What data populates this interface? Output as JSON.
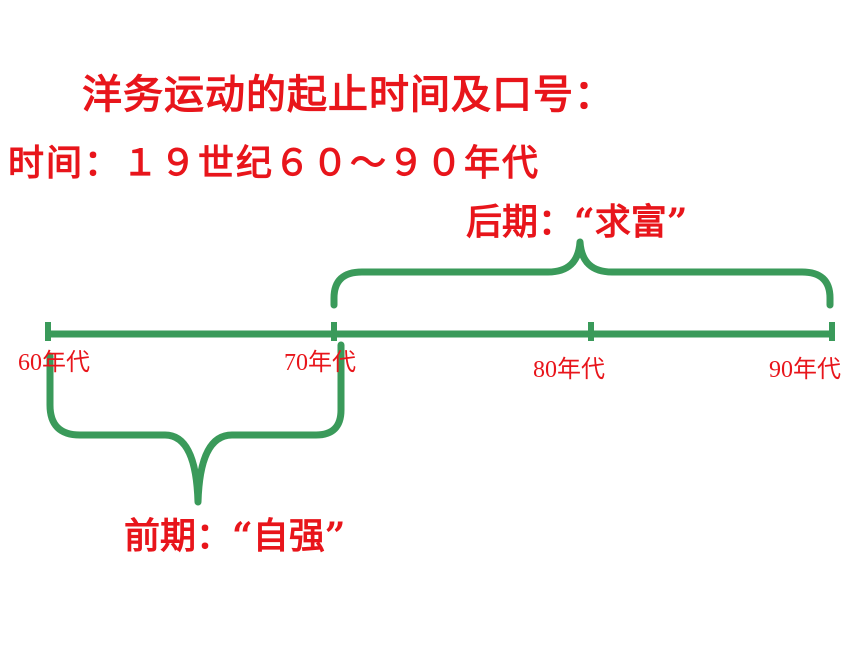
{
  "title": "洋务运动的起止时间及口号：",
  "time_line": "时间：１９世纪６０～９０年代",
  "timeline": {
    "ticks": [
      "60年代",
      "70年代",
      "80年代",
      "90年代"
    ]
  },
  "phases": {
    "late": "后期：“求富”",
    "early": "前期：“自强”"
  },
  "colors": {
    "text_red": "#e8151b",
    "line_green": "#3a9a5a"
  }
}
